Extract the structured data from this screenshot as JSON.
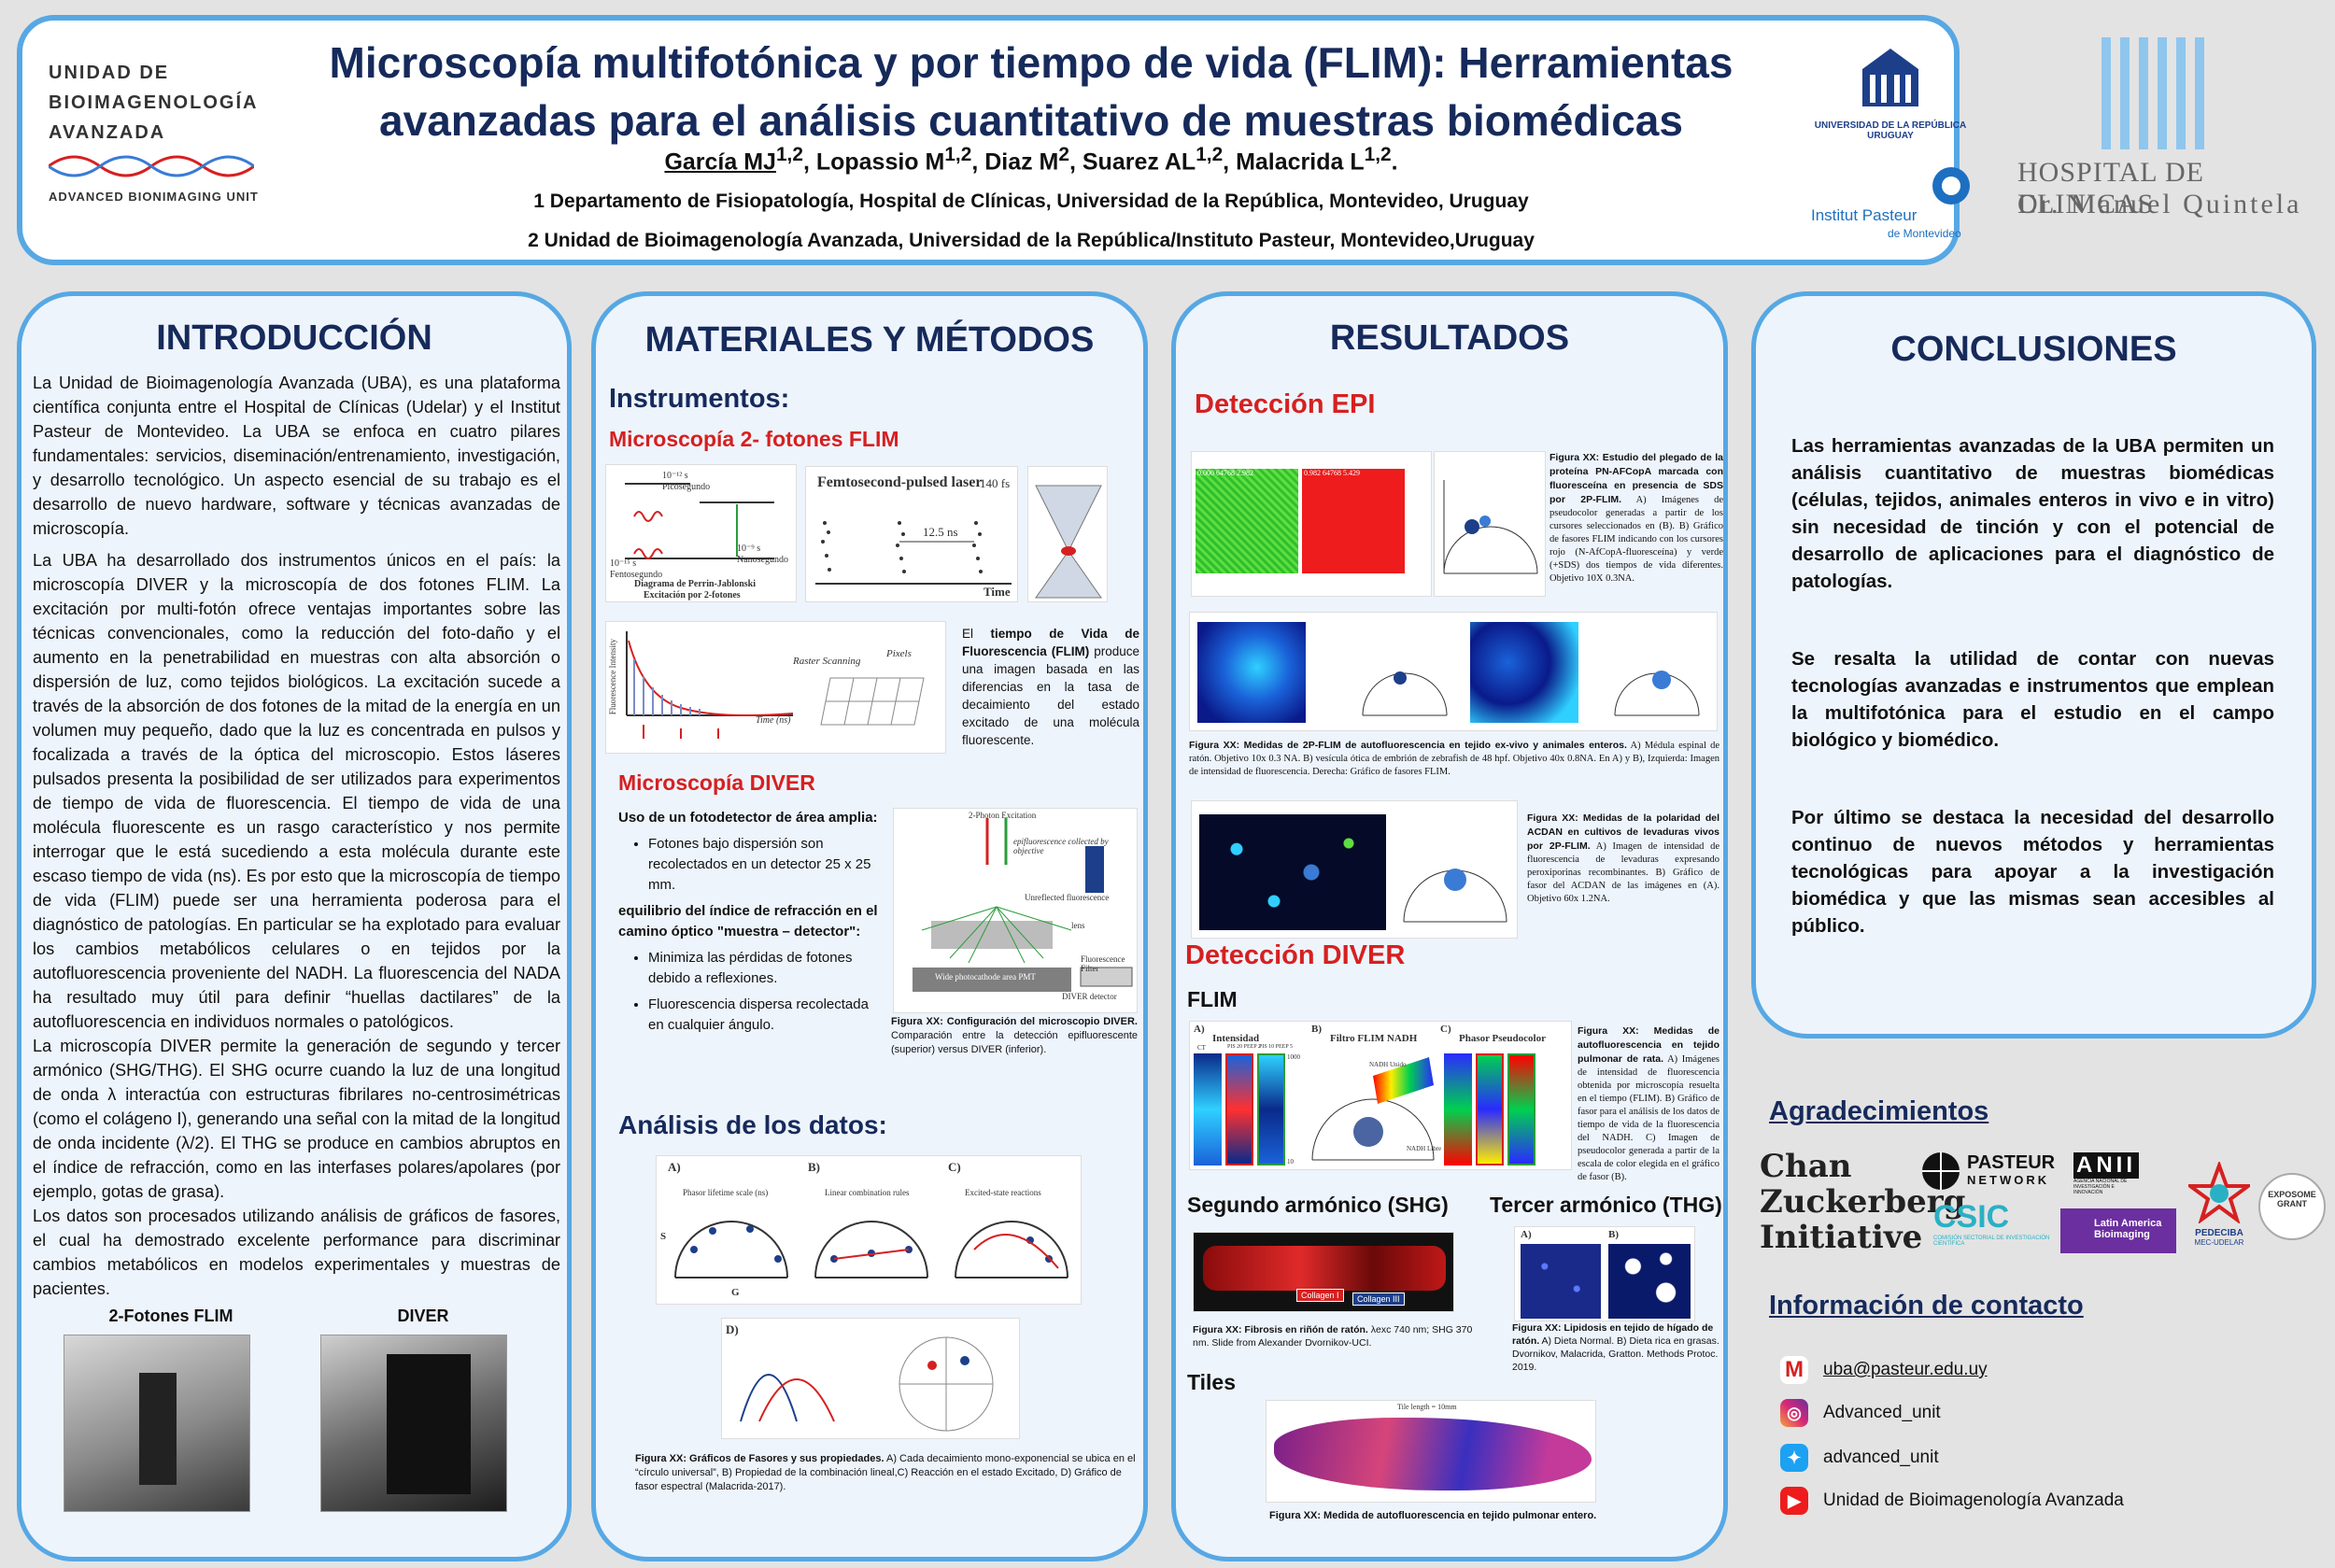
{
  "header": {
    "title_line1": "Microscopía multifotónica y por tiempo de vida (FLIM): Herramientas",
    "title_line2": "avanzadas para el análisis cuantitativo de muestras biomédicas",
    "authors": {
      "a1": "García MJ",
      "a1_sup": "1,2",
      "a2": ", Lopassio M",
      "a2_sup": "1,2",
      "a3": ", Diaz M",
      "a3_sup": "2",
      "a4": ", Suarez AL",
      "a4_sup": "1,2",
      "a5": ", Malacrida L",
      "a5_sup": "1,2",
      "end": "."
    },
    "affiliation1": "1 Departamento de Fisiopatología, Hospital de Clínicas, Universidad de la República, Montevideo, Uruguay",
    "affiliation2": "2 Unidad de Bioimagenología Avanzada, Universidad de la República/Instituto Pasteur, Montevideo,Uruguay",
    "uba_logo": {
      "line1": "Unidad de",
      "line2": "Bioimagenología",
      "line3": "Avanzada",
      "bottom": "Advanced Bionimaging Unit"
    },
    "udelar_logo": {
      "line1": "UNIVERSIDAD DE LA REPÚBLICA",
      "line2": "URUGUAY"
    },
    "pasteur_logo": {
      "line1": "Institut Pasteur",
      "line2": "de Montevideo"
    },
    "hospital_logo": {
      "line1": "HOSPITAL DE CLINICAS",
      "line2": "Dr. Manuel Quintela"
    }
  },
  "intro": {
    "title": "INTRODUCCIÓN",
    "p1": "La Unidad de Bioimagenología Avanzada (UBA), es una plataforma científica conjunta entre el Hospital de Clínicas (Udelar) y el Institut Pasteur de Montevideo. La UBA se enfoca en cuatro pilares fundamentales: servicios, diseminación/entrenamiento, investigación, y desarrollo tecnológico. Un aspecto esencial de su trabajo es el desarrollo de nuevo hardware, software y técnicas avanzadas de microscopía.",
    "p2": "La UBA ha desarrollado dos instrumentos únicos en el país: la microscopía DIVER y la microscopía de dos fotones FLIM. La excitación por multi-fotón ofrece ventajas importantes sobre las técnicas convencionales, como la reducción del foto-daño y el aumento en la penetrabilidad en muestras con alta absorción o dispersión de luz, como tejidos biológicos. La excitación sucede a través de la absorción de dos fotones de la mitad de la energía en un volumen muy pequeño, dado que la luz es concentrada en pulsos y focalizada a través de la óptica del microscopio. Estos láseres pulsados presenta la posibilidad de ser utilizados para experimentos de tiempo de vida de fluorescencia. El tiempo de vida de una molécula fluorescente es un rasgo característico y nos permite interrogar que le está sucediendo a esta molécula durante este escaso tiempo de vida (ns).  Es por esto que la microscopía de tiempo de vida (FLIM) puede ser una herramienta poderosa para el diagnóstico de patologías. En particular se ha explotado para evaluar los cambios metabólicos celulares o en tejidos por la autofluorescencia proveniente del NADH. La fluorescencia del NADA ha resultado muy útil para definir “huellas dactilares” de la autofluorescencia en individuos normales o patológicos.",
    "p3": "La microscopía DIVER permite la generación de segundo y tercer armónico (SHG/THG). El SHG ocurre cuando la luz de una longitud de onda λ interactúa con estructuras fibrilares no-centrosimétricas (como el colágeno I), generando una señal con la mitad de la longitud de onda incidente (λ/2). El THG se produce en cambios abruptos en el índice de refracción, como en las interfases polares/apolares (por ejemplo, gotas de grasa).",
    "p4": "Los datos son procesados utilizando análisis de gráficos de fasores, el cual ha demostrado excelente performance para discriminar cambios metabólicos en modelos experimentales y muestras de pacientes.",
    "photo1_label": "2-Fotones FLIM",
    "photo2_label": "DIVER"
  },
  "methods": {
    "title": "MATERIALES Y MÉTODOS",
    "instruments": "Instrumentos:",
    "flim_head": "Microscopía 2- fotones FLIM",
    "jablonski": {
      "t1": "10⁻¹⁵ s",
      "t1b": "Fentosegundo",
      "t2": "10⁻¹² s",
      "t2b": "Picosegundo",
      "t3": "10⁻⁹ s",
      "t3b": "Nanosegundo",
      "cap1": "Diagrama de Perrin-Jablonski",
      "cap2": "Excitación por 2-fotones"
    },
    "laser": {
      "title": "Femtosecond-pulsed laser",
      "fs": "140 fs",
      "ns": "12.5 ns",
      "axis": "Time"
    },
    "decay": {
      "ylab": "Fluorescence Intensity",
      "xlab": "Time (ns)",
      "scan": "Raster Scanning",
      "pixels": "Pixels"
    },
    "lifetime_text_pre": "El ",
    "lifetime_text_bold": "tiempo de Vida de Fluorescencia (FLIM)",
    "lifetime_text_post": " produce una imagen basada en las diferencias en la tasa de decaimiento del estado excitado de una molécula fluorescente.",
    "diver_head": "Microscopía DIVER",
    "diver_b1": "Uso de un fotodetector de área amplia:",
    "diver_li1": "Fotones bajo dispersión son recolectados en un detector  25 x 25 mm.",
    "diver_b2": "equilibrio del índice de refracción en el camino óptico \"muestra – detector\":",
    "diver_li2": "Minimiza las pérdidas de fotones debido a reflexiones.",
    "diver_li3": "Fluorescencia dispersa recolectada en cualquier ángulo.",
    "diver_fig": {
      "l1": "2-Photon Excitation",
      "l2": "epifluorescence collected by objective",
      "l3": "Unreflected fluorescence",
      "l4": "Wide photocathode area PMT",
      "l5": "DIVER detector",
      "l6": "Fluorescence Filter",
      "l7": "lens"
    },
    "diver_cap_bold": "Figura XX: Configuración del microscopio DIVER.",
    "diver_cap": " Comparación entre la detección epifluorescente (superior) versus DIVER (inferior).",
    "analysis_head": "Análisis de los datos:",
    "phasor": {
      "a": "A)",
      "b": "B)",
      "c": "C)",
      "d": "D)",
      "at": "Phasor lifetime scale (ns)",
      "bt": "Linear combination rules",
      "ct": "Excited-state reactions",
      "g": "G",
      "s": "S"
    },
    "analysis_cap_bold": "Figura XX: Gráficos de Fasores y sus propiedades.",
    "analysis_cap": " A) Cada decaimiento mono-exponencial se ubica en el “círculo universal”, B) Propiedad de la combinación lineal,C) Reacción en el estado Excitado, D) Gráfico de fasor espectral (Malacrida-2017)."
  },
  "results": {
    "title": "RESULTADOS",
    "epi_head": "Detección EPI",
    "fig1_cap_bold": "Figura XX: Estudio del plegado de la proteína PN-AFCopA marcada con fluoresceína en presencia de SDS por 2P-FLIM.",
    "fig1_cap": " A) Imágenes de pseudocolor generadas a partir de los cursores seleccionados en (B). B) Gráfico de fasores FLIM indicando con los cursores rojo (N-AfCopA-fluoresceína) y verde (+SDS) dos tiempos de vida diferentes. Objetivo 10X 0.3NA.",
    "fig1_vals_green": "0.000  64768  2.982",
    "fig1_vals_red": "0.982  64768  5.429",
    "fig2_cap_bold": "Figura XX: Medidas de 2P-FLIM de autofluorescencia en tejido ex-vivo y animales enteros.",
    "fig2_cap": "  A) Médula espinal de ratón. Objetivo 10x 0.3 NA. B) vesícula ótica de embrión de zebrafish de 48 hpf. Objetivo 40x 0.8NA. En A) y B), Izquierda: Imagen de intensidad de fluorescencia. Derecha: Gráfico de fasores FLIM.",
    "fig3_cap_bold": "Figura XX: Medidas de la polaridad del ACDAN en cultivos de levaduras vivos por 2P-FLIM.",
    "fig3_cap": " A) Imagen de intensidad de fluorescencia de levaduras expresando peroxiporinas recombinantes.  B) Gráfico de fasor del ACDAN de las imágenes en (A). Objetivo 60x 1.2NA.",
    "diver_head": "Detección DIVER",
    "flim_head": "FLIM",
    "fig4": {
      "a": "A)",
      "at": "Intensidad",
      "b": "B)",
      "bt": "Filtro FLIM NADH",
      "c": "C)",
      "ct": "Phasor Pseudocolor",
      "ct1": "CT",
      "ct2": "PIS 20 PEEP 2",
      "ct3": "PIS 10 PEEP 5",
      "nadh_u": "NADH Unido",
      "nadh_l": "NADH Libre",
      "max": "1000",
      "min": "10"
    },
    "fig4_cap_bold": "Figura XX: Medidas de autofluorescencia en tejido pulmonar de rata.",
    "fig4_cap": " A) Imágenes de intensidad de fluorescencia obtenida por microscopía resuelta en el tiempo (FLIM). B) Gráfico de fasor para el análisis de los datos de tiempo de vida de la fluorescencia del NADH. C) Imagen de pseudocolor generada a partir de la escala de color elegida en el gráfico de fasor (B).",
    "shg_head": "Segundo armónico (SHG)",
    "thg_head": "Tercer armónico (THG)",
    "col1": "Collagen I",
    "col3": "Collagen III",
    "shg_cap_bold": "Figura XX:  Fibrosis en riñón de ratón.",
    "shg_cap": " λexc 740 nm; SHG 370 nm. Slide from  Alexander Dvornikov-UCI.",
    "thg_cap_bold": "Figura XX: Lipidosis en tejido de hígado de ratón.",
    "thg_cap": " A) Dieta Normal. B) Dieta rica en grasas. Dvornikov, Malacrida, Gratton. Methods Protoc. 2019.",
    "tiles_head": "Tiles",
    "tiles_len": "Tile length = 10mm",
    "tiles_cap": "Figura XX: Medida de autofluorescencia en tejido pulmonar entero."
  },
  "conclusions": {
    "title": "CONCLUSIONES",
    "p1": "Las herramientas avanzadas de la UBA permiten un análisis cuantitativo de muestras biomédicas (células, tejidos, animales enteros in vivo e in vitro) sin necesidad de tinción y con el potencial de desarrollo de aplicaciones para el diagnóstico de patologías.",
    "p2": "Se resalta la utilidad de contar con nuevas tecnologías avanzadas e instrumentos que emplean la multifotónica para el estudio en el campo biológico y biomédico.",
    "p3": "Por último se destaca la necesidad del desarrollo continuo  de nuevos métodos y herramientas tecnológicas para apoyar a la investigación biomédica y que las mismas sean accesibles al público."
  },
  "acknowledgments": {
    "title": "Agradecimientos",
    "czi1": "Chan",
    "czi2": "Zuckerberg",
    "czi3": "Initiative",
    "pasteur_net1": "PASTEUR",
    "pasteur_net2": "NETWORK",
    "anii": "ANII",
    "anii_sub": "AGENCIA NACIONAL DE INVESTIGACIÓN E INNOVACIÓN",
    "csic": "CSIC",
    "csic_sub": "COMISIÓN SECTORIAL DE INVESTIGACIÓN CIENTÍFICA",
    "lab1": "Latin America",
    "lab2": "Bioimaging",
    "pedeciba1": "PEDECIBA",
    "pedeciba2": "MEC-UDELAR",
    "expo1": "EXPOSOME",
    "expo2": "GRANT"
  },
  "contact": {
    "title": "Información de contacto",
    "email": "uba@pasteur.edu.uy",
    "instagram": "Advanced_unit",
    "twitter": "advanced_unit",
    "youtube": "Unidad de Bioimagenología Avanzada"
  },
  "colors": {
    "navy": "#162a5b",
    "red": "#d62020",
    "border": "#56a8e4",
    "panel": "#eef4fc"
  }
}
